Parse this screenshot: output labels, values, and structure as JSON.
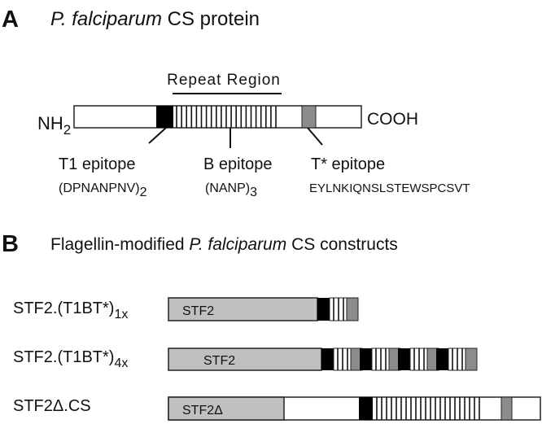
{
  "panel_a": {
    "letter": "A",
    "title_italic": "P. falciparum",
    "title_rest": " CS protein",
    "repeat_region_label": "Repeat Region",
    "nh2_main": "NH",
    "nh2_sub": "2",
    "cooh": "COOH",
    "t1_label": "T1 epitope",
    "t1_seq": "(DPNANPNV)",
    "t1_sub": "2",
    "b_label": "B epitope",
    "b_seq": "(NANP)",
    "b_sub": "3",
    "tstar_label": "T* epitope",
    "tstar_seq": "EYLNKIQNSLSTEWSPCSVT"
  },
  "panel_b": {
    "letter": "B",
    "title_pre": "Flagellin-modified ",
    "title_italic": "P. falciparum",
    "title_post": " CS constructs",
    "constructs": [
      {
        "name_main": "STF2.(T1BT*)",
        "name_sub": "1x",
        "box_label": "STF2"
      },
      {
        "name_main": "STF2.(T1BT*)",
        "name_sub": "4x",
        "box_label": "STF2"
      },
      {
        "name_main": "STF2Δ.CS",
        "name_sub": "",
        "box_label": "STF2Δ"
      }
    ]
  },
  "colors": {
    "t1_epitope": "#000000",
    "t_star_epitope": "#8c8c8c",
    "stf2_domain": "#c0c0c0",
    "outline": "#222222"
  }
}
